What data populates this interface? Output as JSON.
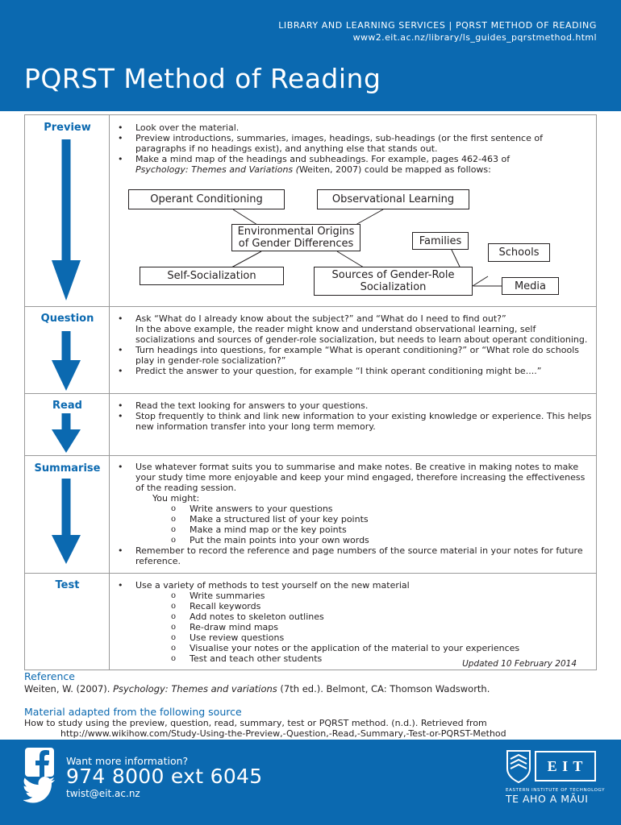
{
  "header": {
    "line1": "LIBRARY AND LEARNING SERVICES | PQRST METHOD OF READING",
    "line2": "www2.eit.ac.nz/library/ls_guides_pqrstmethod.html",
    "title": "PQRST Method of Reading"
  },
  "preview": {
    "label": "Preview",
    "bullets": [
      "Look over the material.",
      "Preview introductions, summaries, images, headings, sub-headings (or the first sentence of paragraphs if no headings exist), and anything else that stands out.",
      "Make a mind map of the headings and subheadings. For example, pages 462-463 of"
    ],
    "book_italic": "Psychology: Themes and Variations (",
    "book_rest": "Weiten, 2007) could be mapped as follows:",
    "map": {
      "operant": "Operant Conditioning",
      "observational": "Observational Learning",
      "env_1": "Environmental Origins",
      "env_2": "of Gender Differences",
      "families": "Families",
      "schools": "Schools",
      "self": "Self-Socialization",
      "sources_1": "Sources of Gender-Role",
      "sources_2": "Socialization",
      "media": "Media"
    }
  },
  "question": {
    "label": "Question",
    "b1": "Ask “What do I already know about the subject?” and “What do I need to find out?”",
    "b1_cont": "In the above example, the reader might know and understand observational learning, self socializations and sources of gender-role socialization, but needs to learn about operant conditioning.",
    "b2": "Turn headings into questions, for example “What is operant conditioning?” or “What role do schools play in gender-role socialization?”",
    "b3": "Predict the answer to your question, for example “I think operant conditioning might be....”"
  },
  "read": {
    "label": "Read",
    "b1": "Read the text looking for answers to your questions.",
    "b2": "Stop frequently to think and link new information to your existing knowledge or experience. This helps new information transfer into your long term memory."
  },
  "summarise": {
    "label": "Summarise",
    "b1": "Use whatever format suits you to summarise and make notes. Be creative in making notes to make your study time more enjoyable and keep your mind engaged, therefore increasing the effectiveness of the reading session.",
    "you_might": "You might:",
    "subs": [
      "Write answers to your questions",
      "Make a structured list of your key points",
      "Make a mind map or the key points",
      "Put the main points into your own words"
    ],
    "b2": "Remember to record the reference and page numbers of the source material in your notes for future reference."
  },
  "test": {
    "label": "Test",
    "b1": "Use a variety of methods to test yourself on the new material",
    "subs": [
      "Write summaries",
      "Recall keywords",
      "Add notes to skeleton outlines",
      "Re-draw mind maps",
      "Use review questions",
      "Visualise your notes or the application of the material to your experiences",
      "Test and teach other students"
    ],
    "updated": "Updated 10 February 2014"
  },
  "reference": {
    "heading": "Reference",
    "author": "Weiten, W. (2007). ",
    "title_italic": "Psychology: Themes and variations",
    "rest": " (7th ed.). Belmont, CA: Thomson Wadsworth."
  },
  "source": {
    "heading": "Material adapted from the following source",
    "line1": "How to study using the preview, question, read, summary, test or PQRST method. (n.d.). Retrieved from",
    "line2": "http://www.wikihow.com/Study-Using-the-Preview,-Question,-Read,-Summary,-Test-or-PQRST-Method"
  },
  "footer": {
    "want_more": "Want more information?",
    "phone": "974 8000 ext 6045",
    "email": "twist@eit.ac.nz",
    "logo_text": "E I T",
    "institute": "EASTERN INSTITUTE OF TECHNOLOGY",
    "maori": "TE AHO A MĀUI"
  },
  "colors": {
    "brand_blue": "#0b69b0"
  }
}
